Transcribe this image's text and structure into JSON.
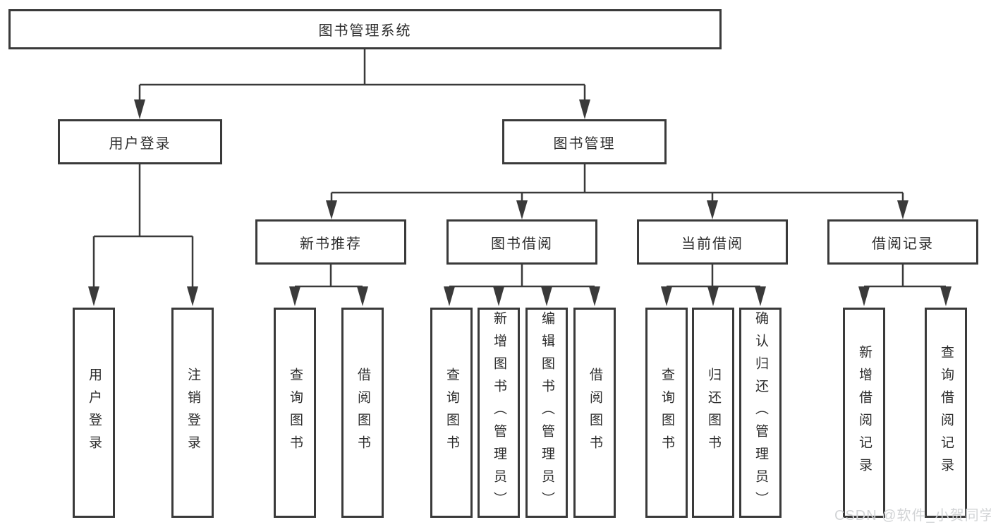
{
  "nodes": {
    "root": "图书管理系统",
    "user_login": "用户登录",
    "book_mgmt": "图书管理",
    "new_book_rec": "新书推荐",
    "book_borrow": "图书借阅",
    "current_borrow": "当前借阅",
    "borrow_records": "借阅记录"
  },
  "leaves": {
    "user_login": [
      "用户登录",
      "注销登录"
    ],
    "new_book_rec": [
      "查询图书",
      "借阅图书"
    ],
    "book_borrow": [
      "查询图书",
      "新增图书（管理员）",
      "编辑图书（管理员）",
      "借阅图书"
    ],
    "current_borrow": [
      "查询图书",
      "归还图书",
      "确认归还（管理员）"
    ],
    "borrow_records": [
      "新增借阅记录",
      "查询借阅记录"
    ]
  },
  "watermark": {
    "text": "CSDN @软件_小贺同学"
  },
  "colors": {
    "line": "#3a3a3a",
    "box_border": "#3a3a3a",
    "box_fill": "#ffffff",
    "text": "#2d2d2d",
    "background": "#ffffff",
    "watermark": "#d2d4d6"
  }
}
